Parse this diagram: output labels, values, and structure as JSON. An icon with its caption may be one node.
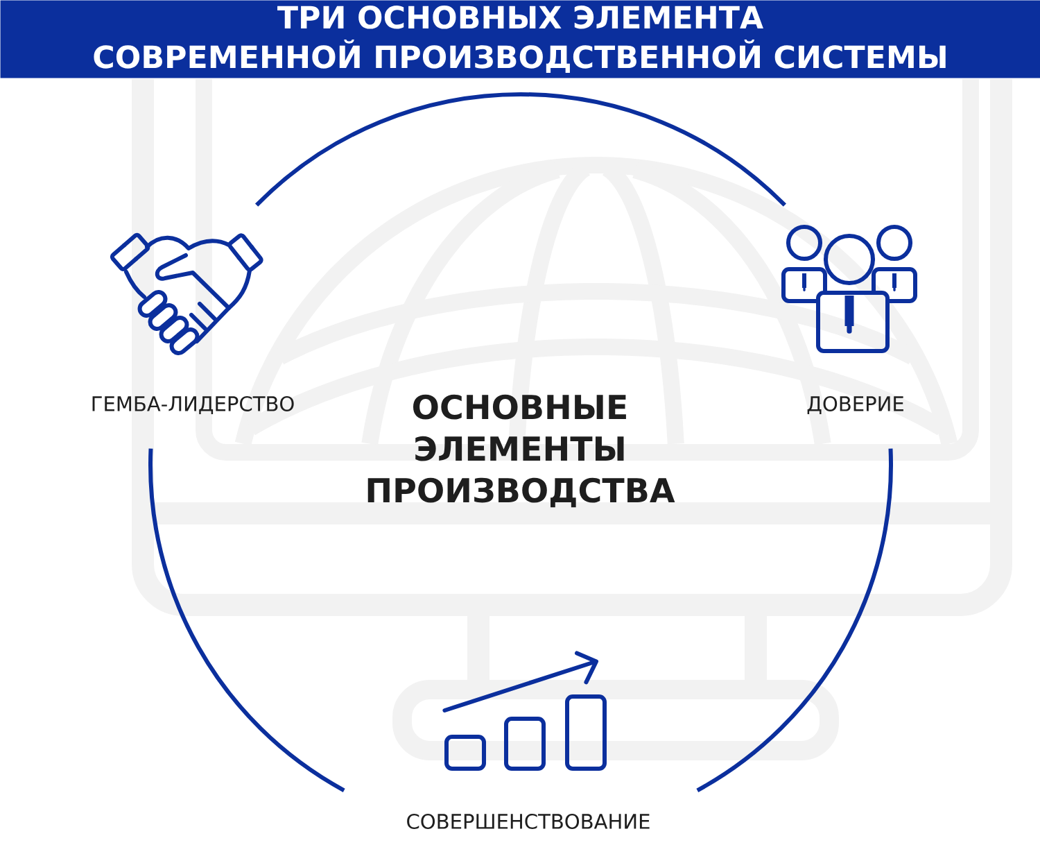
{
  "diagram": {
    "title": "ТРИ ОСНОВНЫХ ЭЛЕМЕНТА СОВРЕМЕННОЙ ПРОИЗВОДСТВЕННОЙ СИСТЕМЫ",
    "nodes": [
      {
        "text": [
          "ГЕМБА-ЛИДЕРСТВО"
        ]
      },
      {
        "text": [
          "ДОВЕРИЕ"
        ]
      },
      {
        "text": [
          "СОВЕРШЕНСТВОВАНИЕ"
        ]
      }
    ],
    "edges": [
      {
        "from": 0,
        "to": 1,
        "arrow": "none"
      },
      {
        "from": 1,
        "to": 2,
        "arrow": "none"
      },
      {
        "from": 2,
        "to": 0,
        "arrow": "none"
      }
    ],
    "labels": [
      "ОСНОВНЫЕ ЭЛЕМЕНТЫ ПРОИЗВОДСТВА"
    ]
  }
}
